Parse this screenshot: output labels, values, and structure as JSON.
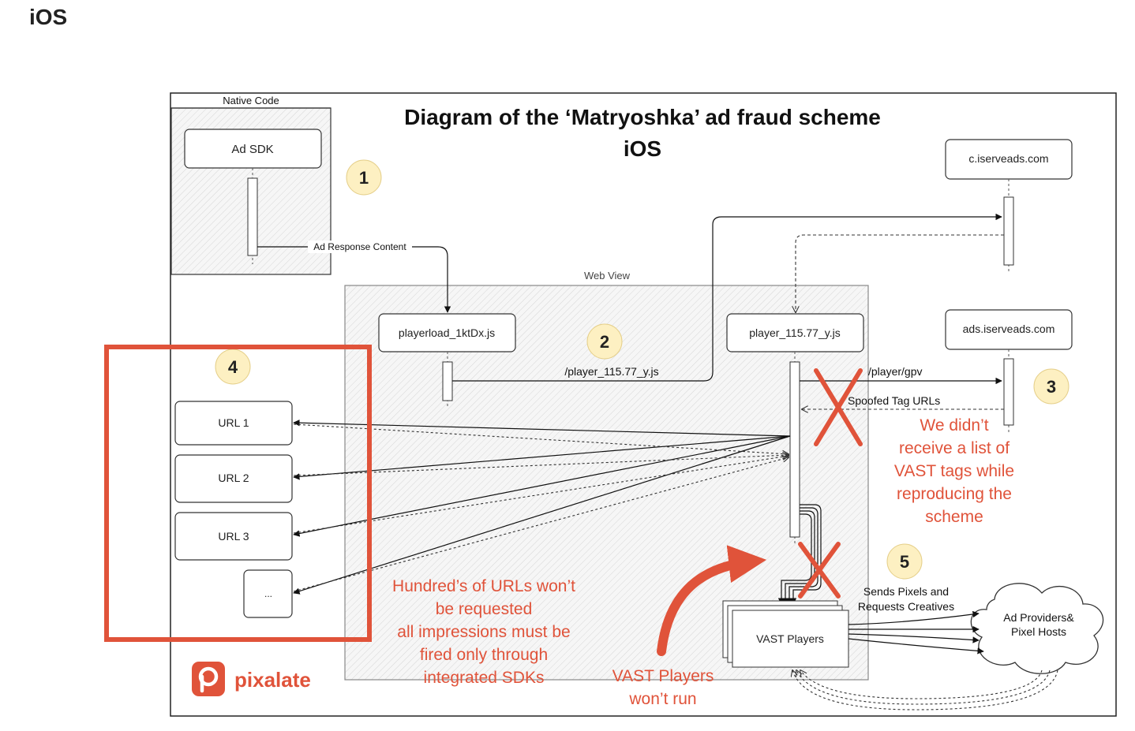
{
  "page_heading": "iOS",
  "diagram": {
    "title_line1": "Diagram of the ‘Matryoshka’ ad fraud scheme",
    "title_line2": "iOS",
    "native_code_label": "Native Code",
    "web_view_label": "Web View",
    "nodes": {
      "ad_sdk": "Ad SDK",
      "playerload": "playerload_1ktDx.js",
      "player": "player_115.77_y.js",
      "c_iserveads": "c.iserveads.com",
      "ads_iserveads": "ads.iserveads.com",
      "url1": "URL 1",
      "url2": "URL 2",
      "url3": "URL 3",
      "url_more": "...",
      "vast_players": "VAST Players",
      "ad_providers_line1": "Ad Providers&",
      "ad_providers_line2": "Pixel Hosts"
    },
    "edges": {
      "ad_response": "Ad Response Content",
      "player_path": "/player_115.77_y.js",
      "player_gpv": "/player/gpv",
      "spoofed": "Spoofed Tag URLs",
      "sends_pixels_line1": "Sends Pixels and",
      "sends_pixels_line2": "Requests Creatives"
    },
    "steps": [
      "1",
      "2",
      "3",
      "4",
      "5"
    ],
    "annotations": {
      "vast_tags": [
        "We didn’t",
        "receive a list of",
        "VAST tags while",
        "reproducing the",
        "scheme"
      ],
      "urls": [
        "Hundred’s of URLs won’t",
        "be requested",
        "all impressions must be",
        "fired only through",
        "integrated SDKs"
      ],
      "vast_players": [
        "VAST Players",
        "won’t run"
      ]
    },
    "logo_text": "pixalate",
    "colors": {
      "annotation": "#e0533a",
      "step_badge": "#fdf0c2",
      "line": "#111111"
    }
  }
}
